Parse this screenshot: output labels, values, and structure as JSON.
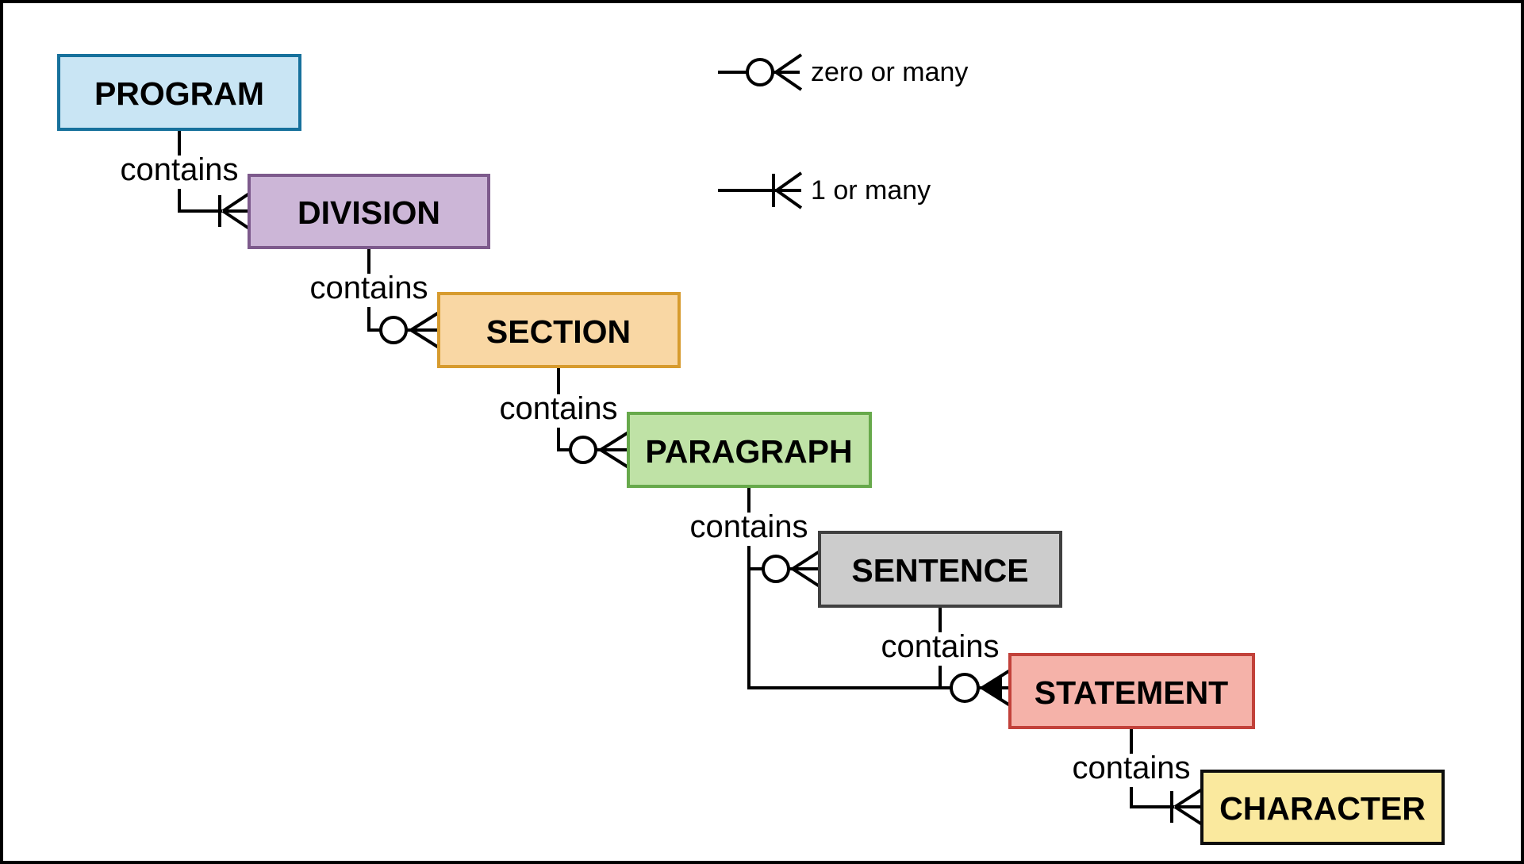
{
  "diagram": {
    "background": "#FFFFFF",
    "frame_color": "#000000",
    "line_color": "#000000",
    "entities": [
      {
        "label": "PROGRAM",
        "fill": "#C9E5F4",
        "stroke": "#17719C"
      },
      {
        "label": "DIVISION",
        "fill": "#CCB6D7",
        "stroke": "#7D5A8C"
      },
      {
        "label": "SECTION",
        "fill": "#F9D7A4",
        "stroke": "#D79B2E"
      },
      {
        "label": "PARAGRAPH",
        "fill": "#BFE2A6",
        "stroke": "#67A94B"
      },
      {
        "label": "SENTENCE",
        "fill": "#CCCCCC",
        "stroke": "#404040"
      },
      {
        "label": "STATEMENT",
        "fill": "#F5B2A9",
        "stroke": "#C2413A"
      },
      {
        "label": "CHARACTER",
        "fill": "#FAE99E",
        "stroke": "#0D0D0D"
      }
    ],
    "relationships": [
      {
        "from": "PROGRAM",
        "to": "DIVISION",
        "label": "contains",
        "cardinality": "1 or many"
      },
      {
        "from": "DIVISION",
        "to": "SECTION",
        "label": "contains",
        "cardinality": "zero or many"
      },
      {
        "from": "SECTION",
        "to": "PARAGRAPH",
        "label": "contains",
        "cardinality": "zero or many"
      },
      {
        "from": "PARAGRAPH",
        "to": "SENTENCE",
        "label": "contains",
        "cardinality": "zero or many"
      },
      {
        "from": "SENTENCE",
        "to": "STATEMENT",
        "label": "contains",
        "cardinality": "zero or many"
      },
      {
        "from": "PARAGRAPH",
        "to": "STATEMENT",
        "cardinality": "zero or many"
      },
      {
        "from": "STATEMENT",
        "to": "CHARACTER",
        "label": "contains",
        "cardinality": "1 or many"
      }
    ],
    "legend": [
      {
        "icon": "zero-or-many-icon",
        "label": "zero or many"
      },
      {
        "icon": "one-or-many-icon",
        "label": "1 or many"
      }
    ]
  }
}
